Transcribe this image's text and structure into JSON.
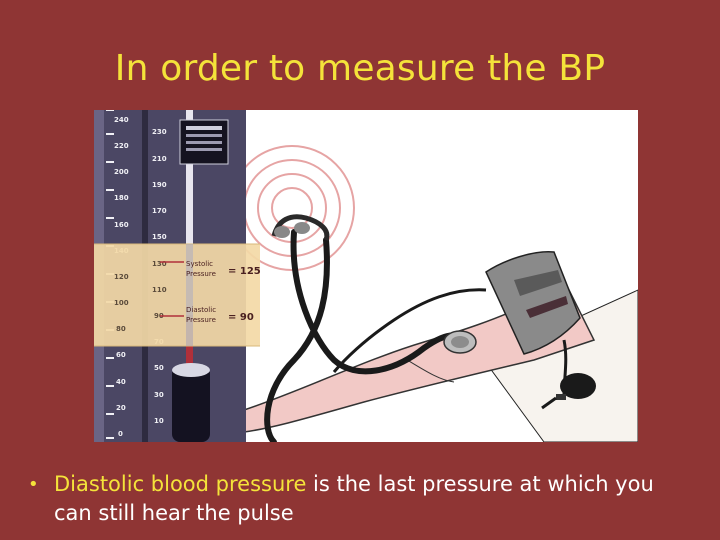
{
  "slide": {
    "title": "In order to measure the BP",
    "bullet": {
      "highlight": "Diastolic blood pressure",
      "rest": " is the last pressure at which you can still hear the pulse"
    }
  },
  "figure": {
    "scale_left": [
      "240",
      "220",
      "200",
      "180",
      "160",
      "140",
      "120",
      "100",
      "80",
      "60",
      "40",
      "20",
      "0"
    ],
    "scale_right": [
      "230",
      "210",
      "190",
      "170",
      "150",
      "130",
      "110",
      "90",
      "70",
      "50",
      "30",
      "10"
    ],
    "systolic_label_line1": "Systolic",
    "systolic_label_line2": "Pressure",
    "systolic_value": "= 125",
    "diastolic_label_line1": "Diastolic",
    "diastolic_label_line2": "Pressure",
    "diastolic_value": "= 90",
    "colors": {
      "background": "#8f3534",
      "title": "#f4e33a",
      "highlight": "#f4e33a",
      "band": "#f3d9a6",
      "arm": "#f2c9c6",
      "cuff": "#8a8a8a",
      "gauge": "#4b4764"
    }
  }
}
